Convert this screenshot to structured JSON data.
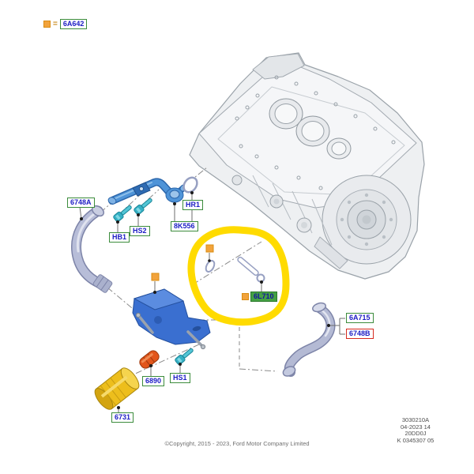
{
  "legend": {
    "operator": "=",
    "code": "6A642"
  },
  "callouts": {
    "hose_left": "6748A",
    "bolt_hb1": "HB1",
    "bolt_hs2": "HS2",
    "oring_hr1": "HR1",
    "tube_8k556": "8K556",
    "kit_tube": "6L710",
    "adapter_6890": "6890",
    "bolt_hs1": "HS1",
    "oil_filter": "6731",
    "hose_right_a": "6A715",
    "hose_right_b": "6748B"
  },
  "footer": {
    "copyright": "©Copyright, 2015 - 2023, Ford Motor Company Limited"
  },
  "doc_info": {
    "line1": "3030210A",
    "line2": "04-2023 14",
    "line3": "20DD0J",
    "line4": "K 0345307 05"
  },
  "colors": {
    "marker_orange": "#F2A33C",
    "highlight_yellow": "#FFDB00",
    "label_text_blue": "#1C1CC4",
    "label_border_green": "#3C8C3C",
    "label_border_red": "#D62B1F",
    "kit_label_green": "#44A044",
    "part_blue": "#4F94D8",
    "part_teal": "#35B0C4",
    "part_orange": "#E2561B",
    "part_yellow": "#EDBE1C",
    "part_lavender": "#B7BDD8"
  }
}
